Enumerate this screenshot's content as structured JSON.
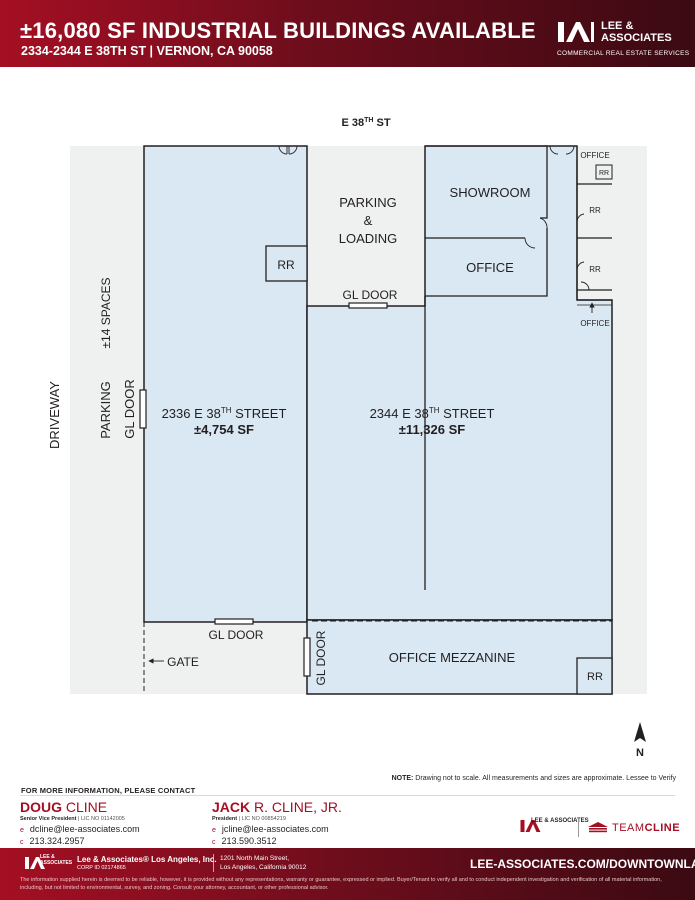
{
  "header": {
    "title": "±16,080 SF INDUSTRIAL BUILDINGS AVAILABLE",
    "address": "2334-2344 E 38TH ST | VERNON, CA 90058",
    "logo_name": "LEE & ASSOCIATES",
    "logo_tagline": "COMMERCIAL REAL ESTATE SERVICES"
  },
  "plan": {
    "street": "E 38",
    "street_sup": "TH",
    "street_suffix": " ST",
    "showroom": "SHOWROOM",
    "office_main": "OFFICE",
    "office_top": "OFFICE",
    "office_small": "OFFICE",
    "rr": "RR",
    "parking_loading_1": "PARKING",
    "parking_loading_2": "&",
    "parking_loading_3": "LOADING",
    "gl_door": "GL DOOR",
    "unit_a_address": "2336 E 38",
    "unit_a_sup": "TH",
    "unit_a_street": " STREET",
    "unit_a_sf": "±4,754 SF",
    "unit_b_address": "2344 E 38",
    "unit_b_sup": "TH",
    "unit_b_street": " STREET",
    "unit_b_sf": "±11,326 SF",
    "driveway": "DRIVEWAY",
    "parking": "PARKING",
    "spaces": "±14 SPACES",
    "gate": "GATE",
    "office_mezzanine": "OFFICE MEZZANINE",
    "north": "N",
    "colors": {
      "unit_fill": "#d9e8f2",
      "common_fill": "#eff0f0",
      "wall": "#231f20",
      "brand": "#a40f23"
    }
  },
  "note": {
    "label": "NOTE:",
    "text": " Drawing not to scale. All measurements and sizes are approximate. Lessee to Verify"
  },
  "contact": {
    "heading": "FOR MORE INFORMATION, PLEASE CONTACT",
    "agents": [
      {
        "first": "DOUG",
        "last": " CLINE",
        "title": "Senior Vice President",
        "lic": " | LIC NO 01142005",
        "email_key": "e",
        "email": "dcline@lee-associates.com",
        "phone_key": "c",
        "phone": "213.324.2957"
      },
      {
        "first": "JACK",
        "last": " R. CLINE, JR.",
        "title": "President",
        "lic": " | LIC NO 00854219",
        "email_key": "e",
        "email": "jcline@lee-associates.com",
        "phone_key": "c",
        "phone": "213.590.3512"
      }
    ],
    "partner_logo": "LEE & ASSOCIATES",
    "team_first": "TEAM",
    "team_second": "CLINE"
  },
  "footer": {
    "logo": "LEE & ASSOCIATES",
    "company": "Lee & Associates® Los Angeles, Inc.",
    "corp_id": "CORP ID 02174865",
    "address_1": "1201 North Main Street,",
    "address_2": "Los Angeles, California 90012",
    "url": "LEE-ASSOCIATES.COM/DOWNTOWNLA",
    "disclaimer": "The information supplied herein is deemed to be reliable, however, it is provided without any representations, warranty or guarantee, expressed or implied. Buyer/Tenant to verify all and to conduct independent investigation and verification of all material information, including, but not limited to environmental, survey, and zoning. Consult your attorney, accountant, or other professional advisor."
  }
}
